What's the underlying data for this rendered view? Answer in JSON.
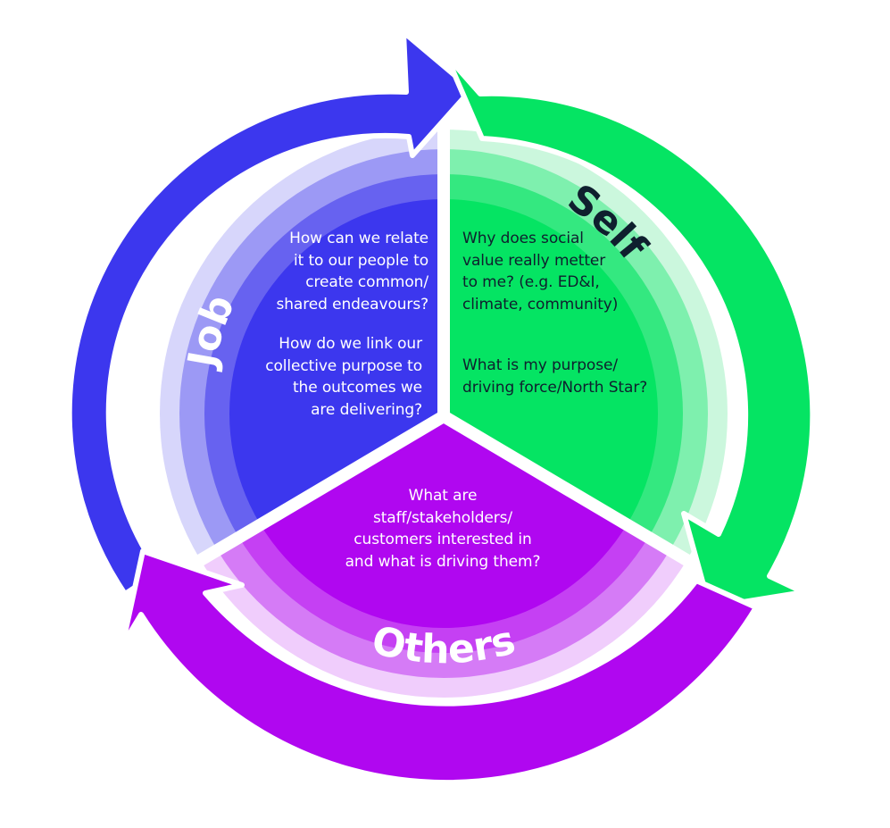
{
  "segments": {
    "job": {
      "label": "Job",
      "color": "#3c37ee",
      "questions": [
        [
          "How can we relate",
          "it to our people to",
          "create common/",
          "shared endeavours?"
        ],
        [
          "How do we link our",
          "collective purpose to",
          "the outcomes we",
          "are delivering?"
        ]
      ]
    },
    "self": {
      "label": "Self",
      "color": "#05e463",
      "questions": [
        [
          "Why does social",
          "value really metter",
          "to me? (e.g. ED&I,",
          "climate, community)"
        ],
        [
          "What is my purpose/",
          "driving force/North Star?"
        ]
      ]
    },
    "others": {
      "label": "Others",
      "color": "#b007f0",
      "questions": [
        [
          "What are",
          "staff/stakeholders/",
          "customers interested in",
          "and what is driving them?"
        ]
      ]
    }
  }
}
